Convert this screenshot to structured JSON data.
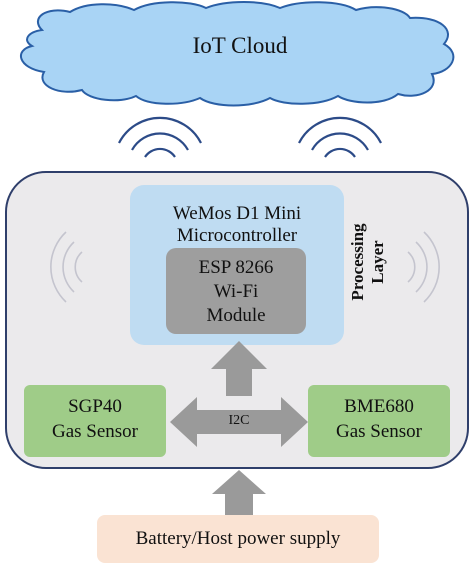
{
  "cloud": {
    "label": "IoT Cloud"
  },
  "processing_layer": {
    "label_line1": "Processing",
    "label_line2": "Layer"
  },
  "microcontroller": {
    "line1": "WeMos D1 Mini",
    "line2": "Microcontroller"
  },
  "wifi_module": {
    "line1": "ESP 8266",
    "line2": "Wi-Fi",
    "line3": "Module"
  },
  "sensor_left": {
    "line1": "SGP40",
    "line2": "Gas Sensor"
  },
  "sensor_right": {
    "line1": "BME680",
    "line2": "Gas Sensor"
  },
  "bus": {
    "label": "I2C"
  },
  "power": {
    "label": "Battery/Host power supply"
  },
  "colors": {
    "cloud_fill": "#a9d4f5",
    "cloud_stroke": "#2a5fa6",
    "layer_fill": "#ebeaec",
    "layer_stroke": "#2f3f6b",
    "mcu_fill": "#bfdcf2",
    "module_fill": "#9e9e9e",
    "sensor_fill": "#9fcc88",
    "arrow_fill": "#9a9a9a",
    "power_fill": "#fae3d3",
    "wave_stroke": "#2c4b88"
  }
}
